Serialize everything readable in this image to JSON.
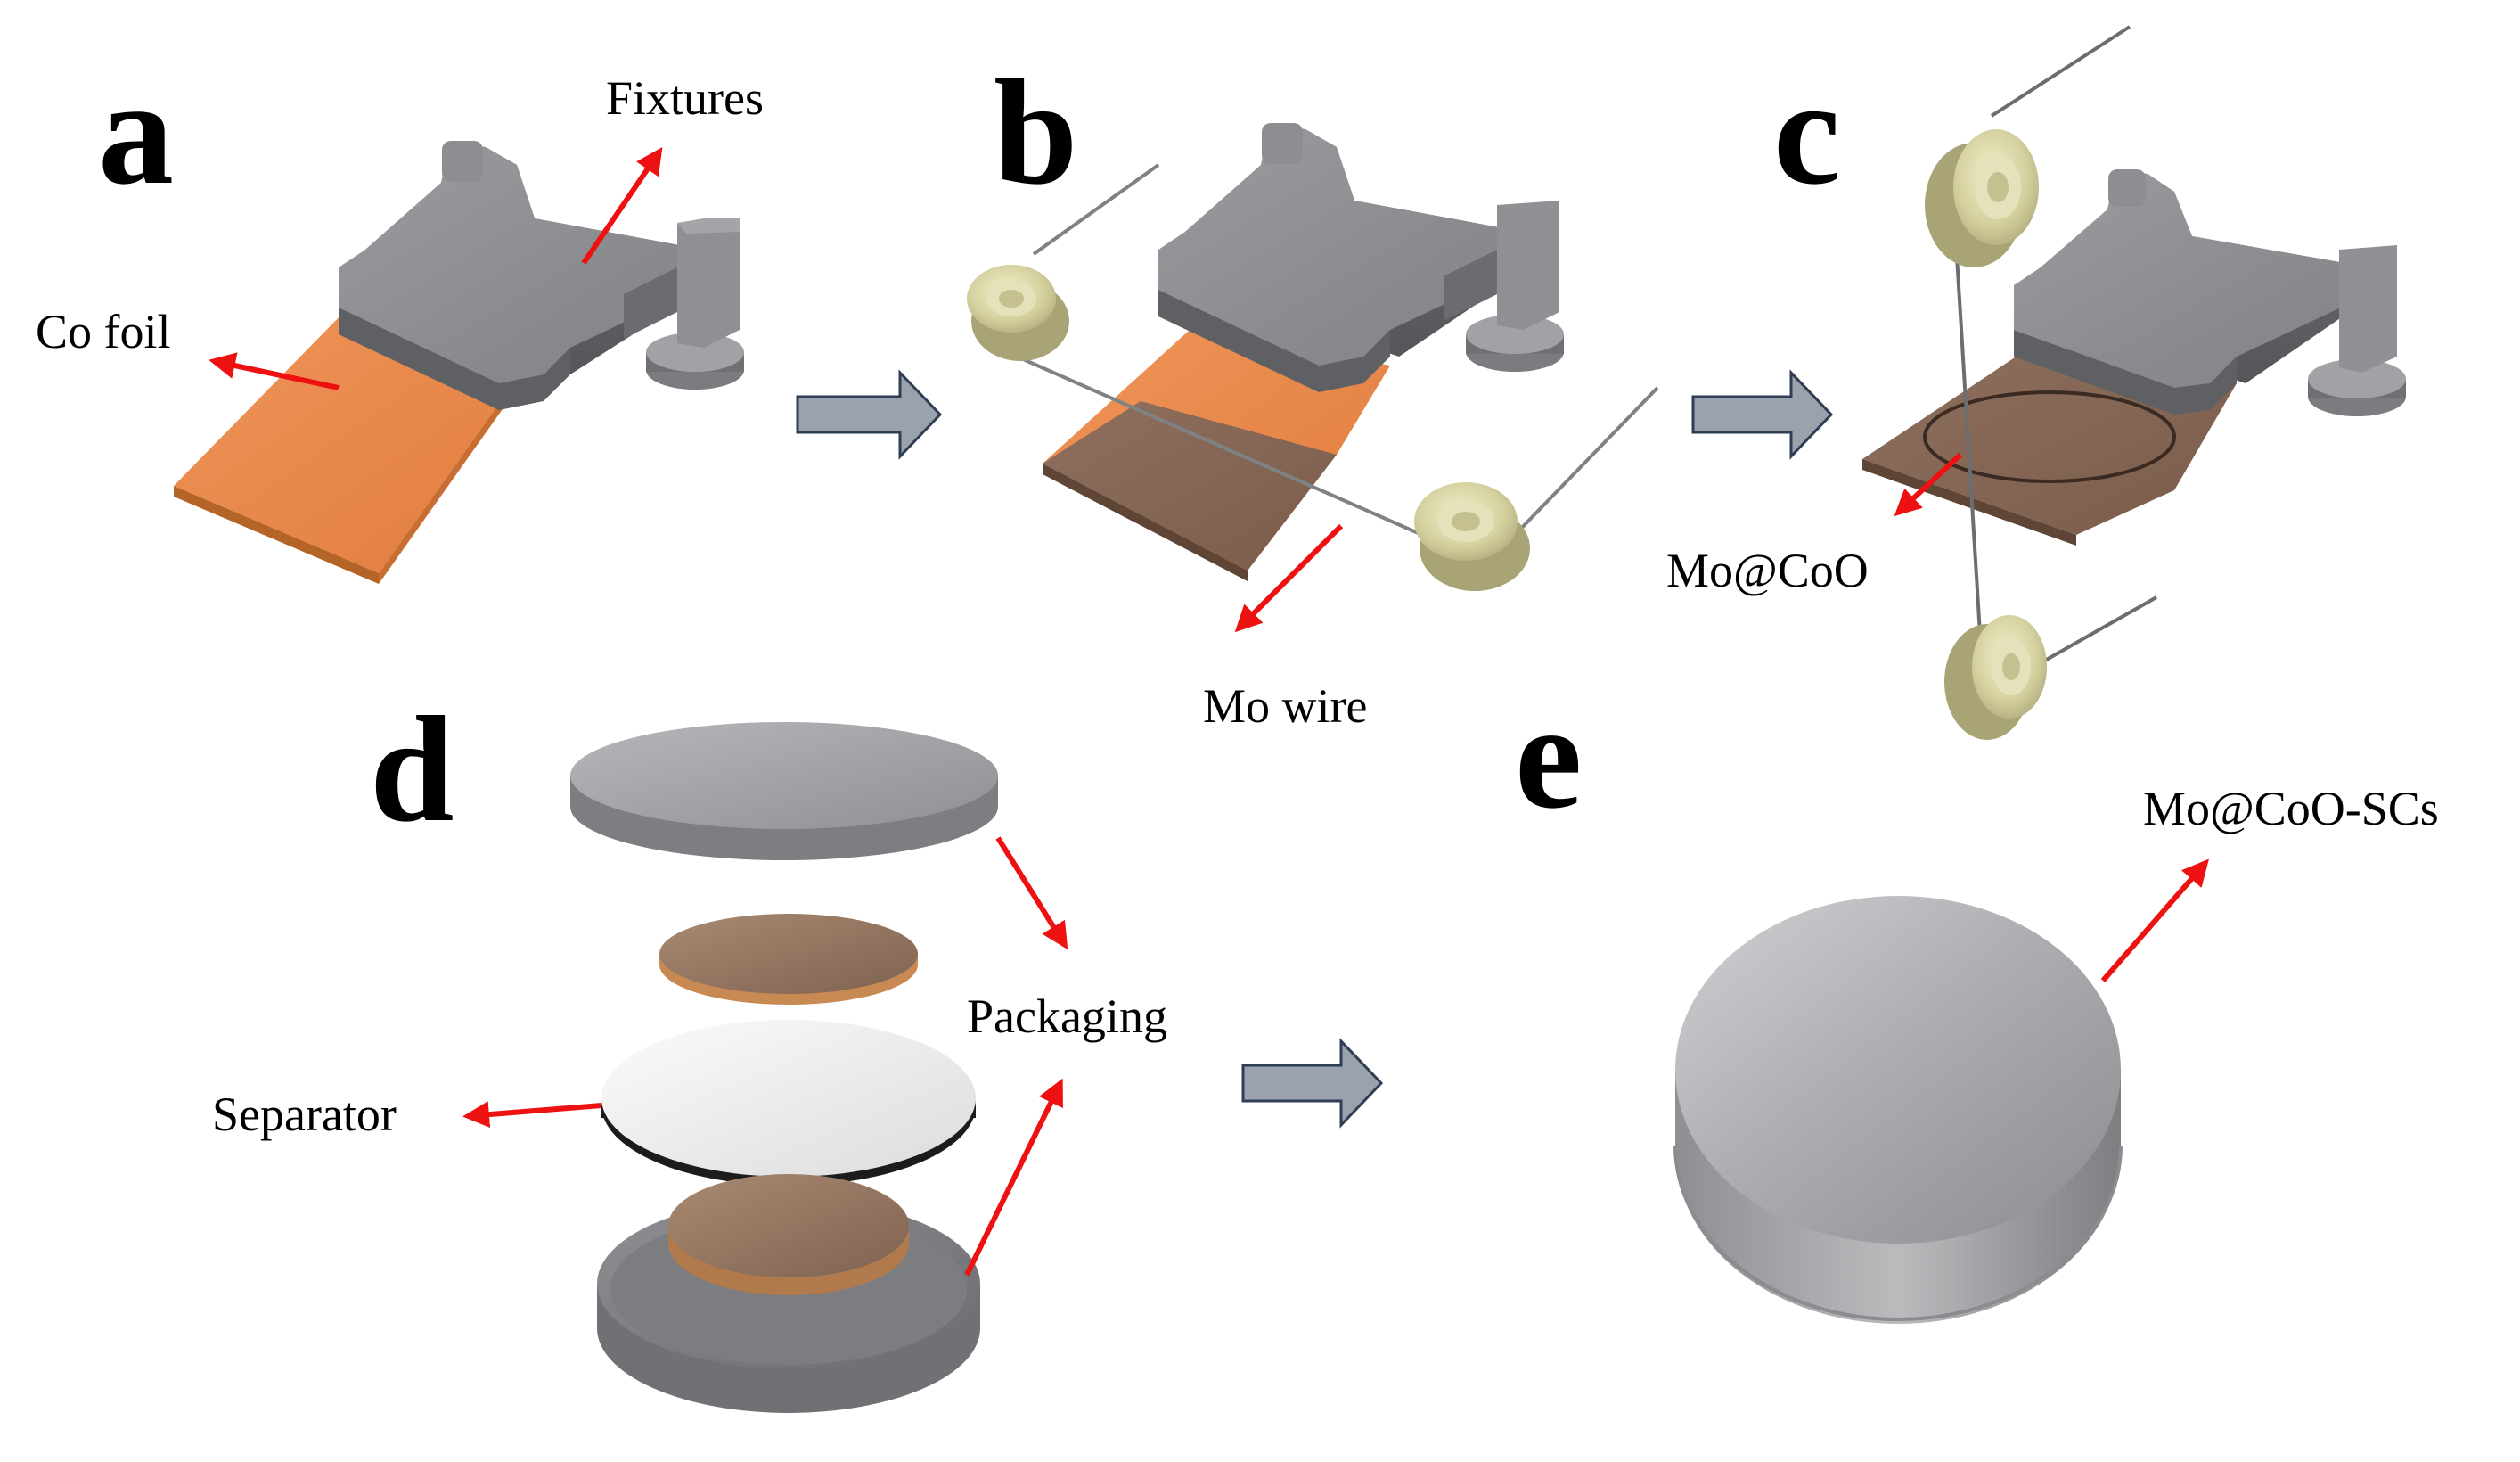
{
  "panels": {
    "a": {
      "letter": "a",
      "labels": {
        "fixtures": "Fixtures",
        "co_foil": "Co foil"
      }
    },
    "b": {
      "letter": "b",
      "labels": {
        "mo_wire": "Mo wire"
      }
    },
    "c": {
      "letter": "c",
      "labels": {
        "mo_coo": "Mo@CoO"
      }
    },
    "d": {
      "letter": "d",
      "labels": {
        "separator": "Separator",
        "packaging": "Packaging"
      }
    },
    "e": {
      "letter": "e",
      "labels": {
        "product": "Mo@CoO-SCs"
      }
    }
  },
  "colors": {
    "fixture_gray": "#8c8e91",
    "co_foil_orange": "#e8884a",
    "mo_coo_brown": "#8a6a58",
    "pulley_cream": "#d9d6a8",
    "arrow_red": "#ee1111",
    "process_arrow_fill": "#9aa3ad",
    "process_arrow_stroke": "#2f3d55"
  }
}
